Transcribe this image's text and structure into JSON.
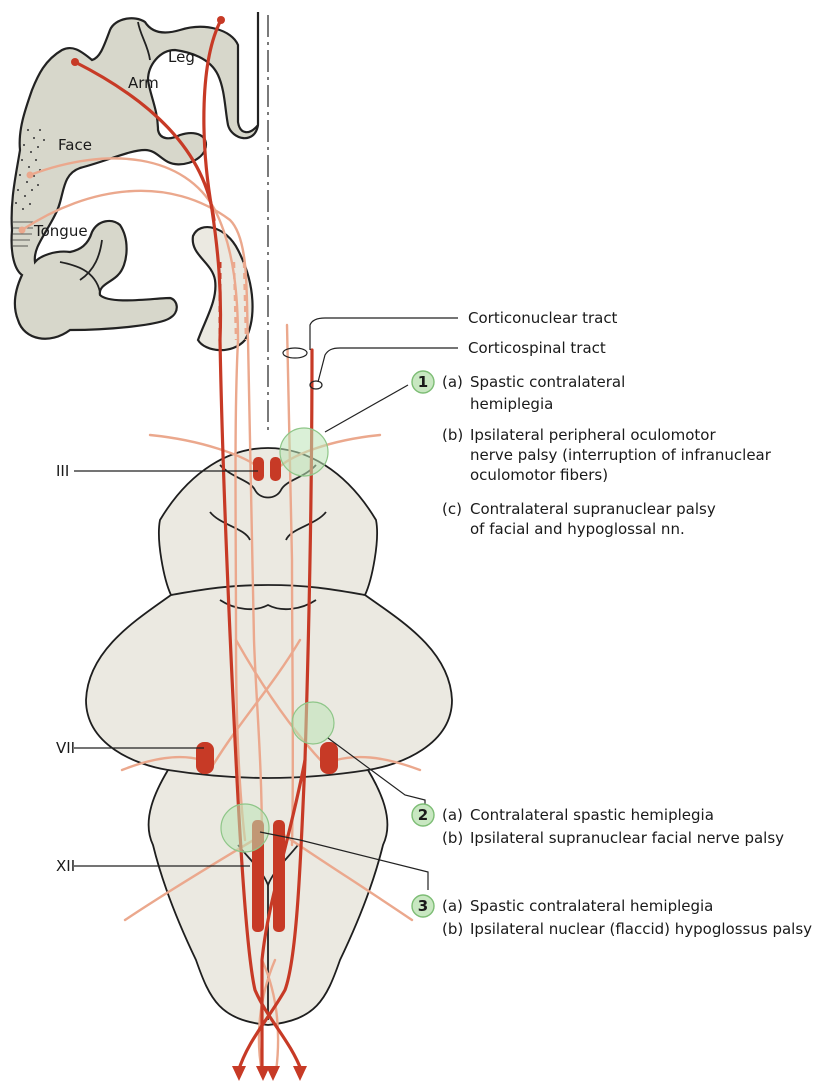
{
  "cortex_labels": {
    "leg": "Leg",
    "arm": "Arm",
    "face": "Face",
    "tongue": "Tongue"
  },
  "tracts": {
    "corticonuclear": "Corticonuclear tract",
    "corticospinal": "Corticospinal tract"
  },
  "nuclei": {
    "oculomotor": "III",
    "facial": "VII",
    "hypoglossal": "XII"
  },
  "lesions": [
    {
      "number": "1",
      "items": [
        {
          "letter": "(a)",
          "lines": [
            "Spastic contralateral",
            "hemiplegia"
          ]
        },
        {
          "letter": "(b)",
          "lines": [
            "Ipsilateral peripheral oculomotor",
            "nerve palsy (interruption of infranuclear",
            "oculomotor fibers)"
          ]
        },
        {
          "letter": "(c)",
          "lines": [
            "Contralateral supranuclear palsy",
            "of facial and hypoglossal nn."
          ]
        }
      ]
    },
    {
      "number": "2",
      "items": [
        {
          "letter": "(a)",
          "lines": [
            "Contralateral spastic hemiplegia"
          ]
        },
        {
          "letter": "(b)",
          "lines": [
            "Ipsilateral supranuclear facial nerve palsy"
          ]
        }
      ]
    },
    {
      "number": "3",
      "items": [
        {
          "letter": "(a)",
          "lines": [
            "Spastic contralateral hemiplegia"
          ]
        },
        {
          "letter": "(b)",
          "lines": [
            "Ipsilateral nuclear (flaccid) hypoglossus palsy"
          ]
        }
      ]
    }
  ],
  "colors": {
    "tract_main": "#c73a26",
    "tract_light": "#eba88d",
    "lesion_fill": "#c8e7c1",
    "cortex_fill": "#d7d7cb",
    "brainstem_fill": "#ebe9e1"
  }
}
